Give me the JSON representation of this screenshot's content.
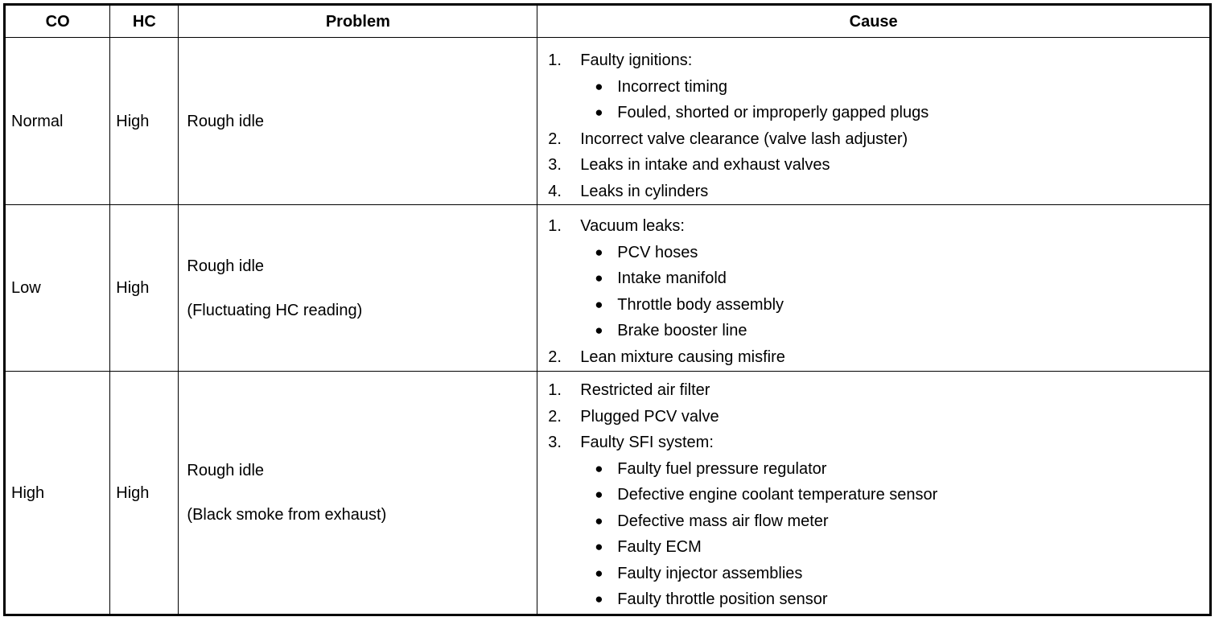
{
  "table": {
    "headers": {
      "co": "CO",
      "hc": "HC",
      "problem": "Problem",
      "cause": "Cause"
    },
    "rows": [
      {
        "co": "Normal",
        "hc": "High",
        "problem_main": "Rough idle",
        "problem_note": "",
        "causes": [
          {
            "number": "1.",
            "text": "Faulty ignitions:",
            "bullets": [
              "Incorrect timing",
              "Fouled, shorted or improperly gapped plugs"
            ]
          },
          {
            "number": "2.",
            "text": "Incorrect valve clearance (valve lash adjuster)",
            "bullets": []
          },
          {
            "number": "3.",
            "text": "Leaks in intake and exhaust valves",
            "bullets": []
          },
          {
            "number": "4.",
            "text": "Leaks in cylinders",
            "bullets": []
          }
        ]
      },
      {
        "co": "Low",
        "hc": "High",
        "problem_main": "Rough idle",
        "problem_note": "(Fluctuating HC reading)",
        "causes": [
          {
            "number": "1.",
            "text": "Vacuum leaks:",
            "bullets": [
              "PCV hoses",
              "Intake manifold",
              "Throttle body assembly",
              "Brake booster line"
            ]
          },
          {
            "number": "2.",
            "text": "Lean mixture causing misfire",
            "bullets": []
          }
        ]
      },
      {
        "co": "High",
        "hc": "High",
        "problem_main": "Rough idle",
        "problem_note": "(Black smoke from exhaust)",
        "causes": [
          {
            "number": "1.",
            "text": "Restricted air filter",
            "bullets": []
          },
          {
            "number": "2.",
            "text": "Plugged PCV valve",
            "bullets": []
          },
          {
            "number": "3.",
            "text": "Faulty SFI system:",
            "bullets": [
              "Faulty fuel pressure regulator",
              "Defective engine coolant temperature sensor",
              "Defective mass air flow meter",
              "Faulty ECM",
              "Faulty injector assemblies",
              "Faulty throttle position sensor"
            ]
          }
        ]
      }
    ]
  },
  "icons": {
    "bullet": "●"
  },
  "colors": {
    "border": "#000000",
    "text": "#000000",
    "background": "#ffffff"
  }
}
